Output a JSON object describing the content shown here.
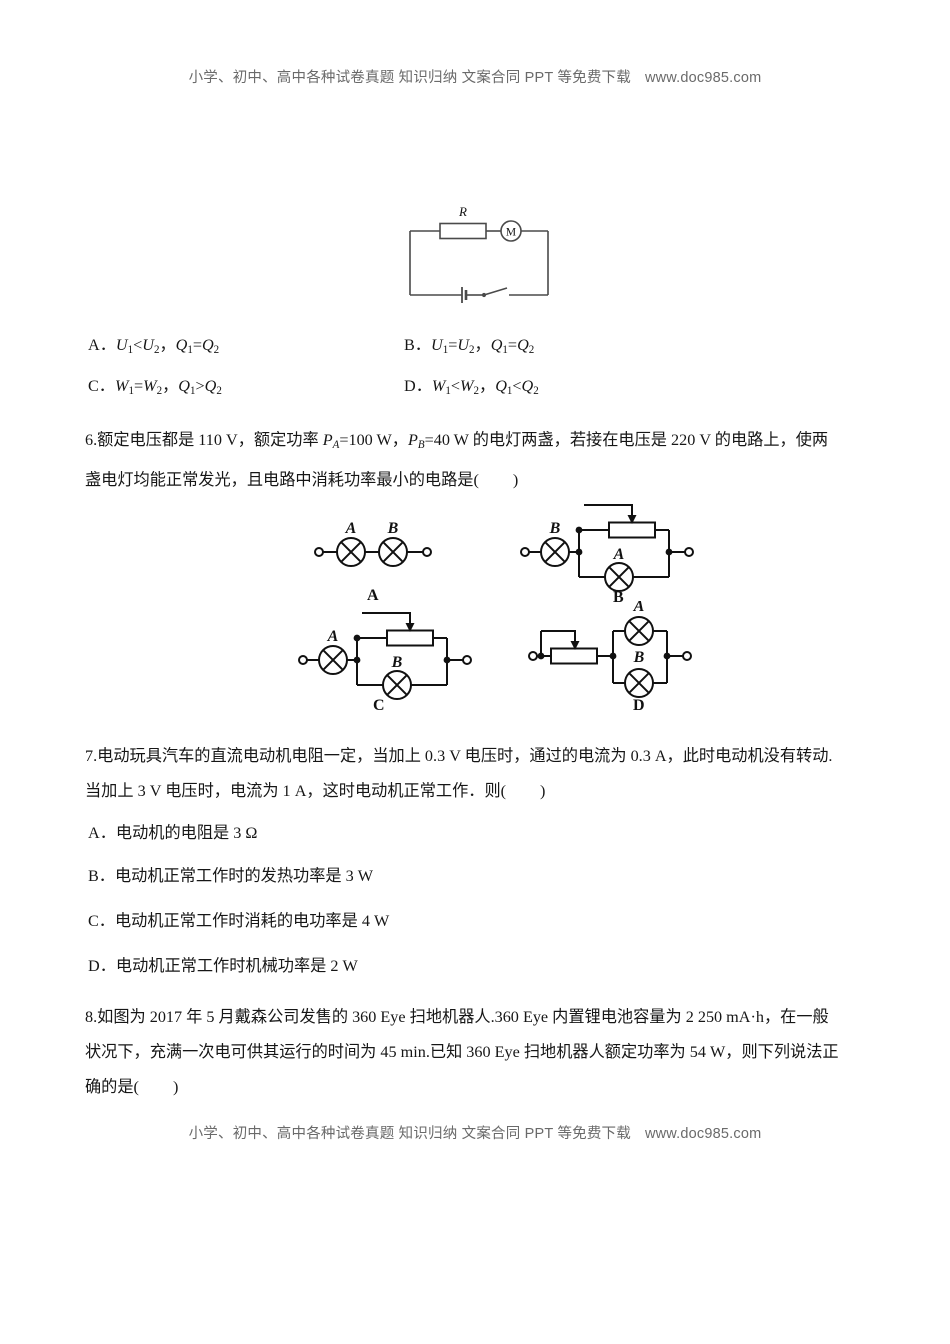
{
  "document": {
    "watermark": {
      "text": "小学、初中、高中各种试卷真题 知识归纳 文案合同 PPT 等免费下载",
      "url": "www.doc985.com"
    }
  },
  "question5": {
    "circuit": {
      "resistor_label": "R",
      "motor_label": "M",
      "components": [
        "resistor",
        "motor",
        "battery",
        "switch"
      ]
    },
    "options": [
      {
        "label": "A．",
        "text_parts": [
          "U",
          "1",
          "<",
          "U",
          "2",
          "，",
          "Q",
          "1",
          "=",
          "Q",
          "2"
        ]
      },
      {
        "label": "B．",
        "text_parts": [
          "U",
          "1",
          "=",
          "U",
          "2",
          "，",
          "Q",
          "1",
          "=",
          "Q",
          "2"
        ]
      },
      {
        "label": "C．",
        "text_parts": [
          "W",
          "1",
          "=",
          "W",
          "2",
          "，",
          "Q",
          "1",
          ">",
          "Q",
          "2"
        ]
      },
      {
        "label": "D．",
        "text_parts": [
          "W",
          "1",
          "<",
          "W",
          "2",
          "，",
          "Q",
          "1",
          "<",
          "Q",
          "2"
        ]
      }
    ],
    "option_a_html": "A．<i class=\"v\">U</i><sub>1</sub>&lt;<i class=\"v\">U</i><sub>2</sub>，<i class=\"v\">Q</i><sub>1</sub>=<i class=\"v\">Q</i><sub>2</sub>",
    "option_b_html": "B．<i class=\"v\">U</i><sub>1</sub>=<i class=\"v\">U</i><sub>2</sub>，<i class=\"v\">Q</i><sub>1</sub>=<i class=\"v\">Q</i><sub>2</sub>",
    "option_c_html": "C．<i class=\"v\">W</i><sub>1</sub>=<i class=\"v\">W</i><sub>2</sub>，<i class=\"v\">Q</i><sub>1</sub>&gt;<i class=\"v\">Q</i><sub>2</sub>",
    "option_d_html": "D．<i class=\"v\">W</i><sub>1</sub>&lt;<i class=\"v\">W</i><sub>2</sub>，<i class=\"v\">Q</i><sub>1</sub>&lt;<i class=\"v\">Q</i><sub>2</sub>"
  },
  "question6": {
    "line1_html": "6.额定电压都是 110 V，额定功率 <i class=\"v\">P</i><sub><i class=\"v\">A</i></sub>=100 W，<i class=\"v\">P</i><sub><i class=\"v\">B</i></sub>=40 W 的电灯两盏，若接在电压是 220 V 的电路上，使两",
    "line2_html": "盏电灯均能正常发光，且电路中消耗功率最小的电路是(<span class=\"blank\"></span>)",
    "line1_plain": "6.额定电压都是 110 V，额定功率 PA=100 W，PB=40 W 的电灯两盏，若接在电压是 220 V 的电路上，使两",
    "line2_plain": "盏电灯均能正常发光，且电路中消耗功率最小的电路是(    )",
    "circuits": [
      {
        "id": "A",
        "caption": "A",
        "lamps": [
          "A",
          "B"
        ],
        "topology": "two lamps in series"
      },
      {
        "id": "B",
        "caption": "B",
        "lamps": [
          "B",
          "A"
        ],
        "topology": "lamp B in series with rheostat parallel lamp A"
      },
      {
        "id": "C",
        "caption": "C",
        "lamps": [
          "A",
          "B"
        ],
        "topology": "lamp A in series with rheostat parallel lamp B"
      },
      {
        "id": "D",
        "caption": "D",
        "lamps": [
          "A",
          "B"
        ],
        "topology": "rheostat in series with lamps A and B in parallel"
      }
    ]
  },
  "question7": {
    "line1": "7.电动玩具汽车的直流电动机电阻一定，当加上 0.3 V 电压时，通过的电流为 0.3 A，此时电动机没有转动.",
    "line2_html": "当加上 3 V 电压时，电流为 1 A，这时电动机正常工作．则(<span class=\"blank\"></span>)",
    "line2_plain": "当加上 3 V 电压时，电流为 1 A，这时电动机正常工作．则(    )",
    "options": [
      "A．电动机的电阻是 3 Ω",
      "B．电动机正常工作时的发热功率是 3 W",
      "C．电动机正常工作时消耗的电功率是 4 W",
      "D．电动机正常工作时机械功率是 2 W"
    ]
  },
  "question8": {
    "line1": "8.如图为 2017 年 5 月戴森公司发售的 360 Eye 扫地机器人.360 Eye 内置锂电池容量为 2 250 mA·h，在一般",
    "line2": "状况下，充满一次电可供其运行的时间为 45 min.已知 360 Eye 扫地机器人额定功率为 54 W，则下列说法正",
    "line3_html": "确的是(<span class=\"blank\"></span>)",
    "line3_plain": "确的是(    )"
  }
}
